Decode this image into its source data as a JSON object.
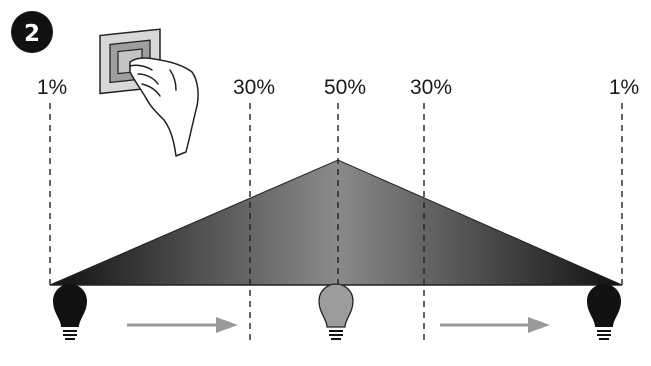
{
  "step_number": "2",
  "markers": [
    {
      "label": "1%"
    },
    {
      "label": "30%"
    },
    {
      "label": "50%"
    },
    {
      "label": "30%"
    },
    {
      "label": "1%"
    }
  ],
  "bulbs": [
    {
      "icon": "light-bulb-off-icon",
      "state": "dark"
    },
    {
      "icon": "light-bulb-dim-icon",
      "state": "grey"
    },
    {
      "icon": "light-bulb-off-icon",
      "state": "dark"
    }
  ],
  "colors": {
    "ramp_dark": "#111111",
    "ramp_mid": "#8a8a8a",
    "arrow": "#9a9a9a",
    "bulb_dark": "#111111",
    "bulb_grey": "#9c9c9c"
  }
}
